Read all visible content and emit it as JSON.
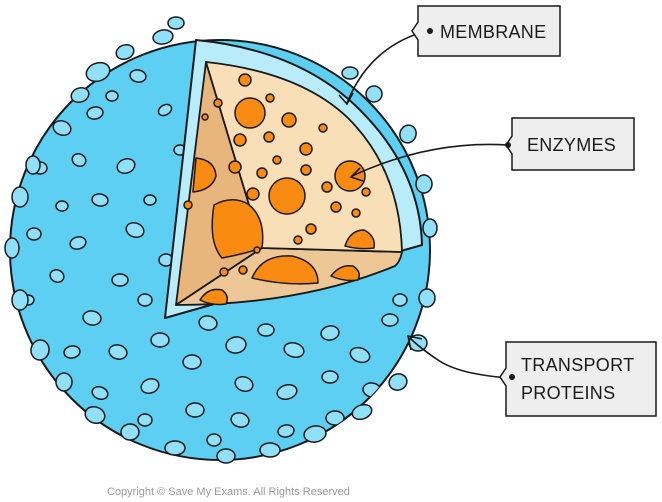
{
  "colors": {
    "membrane_outer": "#5ccff3",
    "membrane_inner": "#b9ecfb",
    "bump": "#8fe0f8",
    "cytoplasm_light": "#f9dfb8",
    "cytoplasm_dark": "#e8b57c",
    "cytoplasm_mid": "#eec796",
    "enzyme": "#f98b12",
    "outline": "#1a1a1a",
    "label_box": "#eeeeee"
  },
  "labels": {
    "membrane": "MEMBRANE",
    "enzymes": "ENZYMES",
    "transport_line1": "TRANSPORT",
    "transport_line2": "PROTEINS"
  },
  "copyright": "Copyright © Save My Exams. All Rights Reserved"
}
